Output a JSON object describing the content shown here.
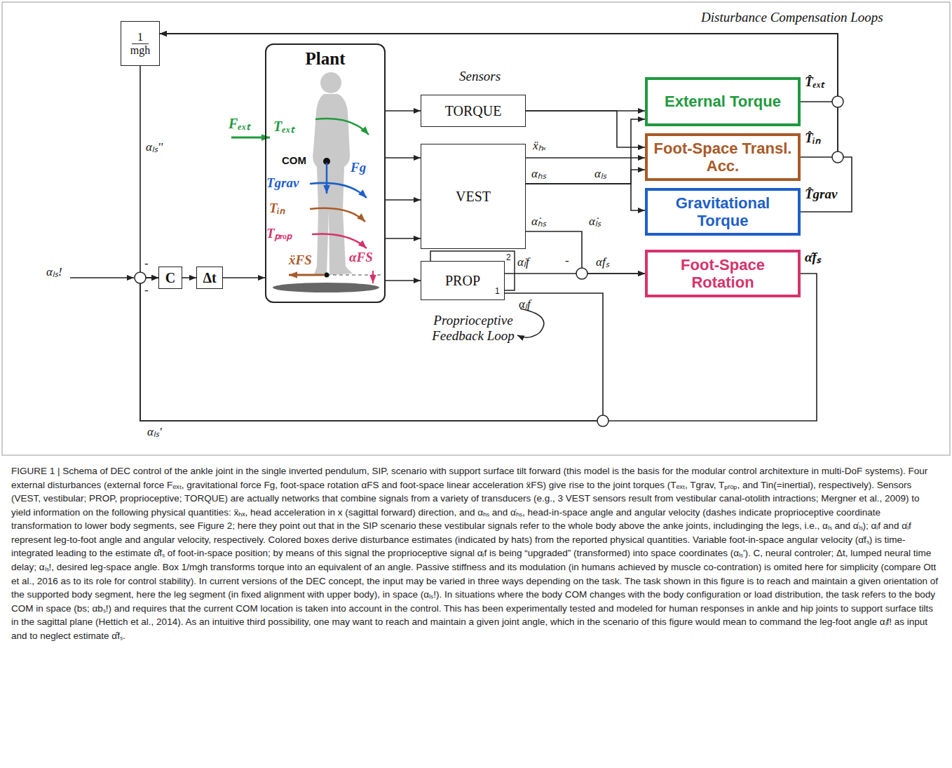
{
  "diagram": {
    "caption": "FIGURE 1 | Schema of DEC control of the ankle joint in the single inverted pendulum, SIP, scenario with support surface tilt forward (this model is the basis for the modular control architexture in multi-DoF systems). Four external disturbances (external force Fₑₓₜ, gravitational force Fg, foot-space rotation αFS and foot-space linear acceleration ẍFS) give rise to the joint torques (Tₑₓₜ, Tgrav, Tₚᵣₒₚ, and Tin(=inertial), respectively). Sensors (VEST, vestibular; PROP, proprioceptive; TORQUE) are actually networks that combine signals from a variety of transducers (e.g., 3 VEST sensors result from vestibular canal-otolith intractions; Mergner et al., 2009) to yield information on the following physical quantities: ẍₕₓ, head acceleration in x (sagittal forward) direction, and αₕₛ and α̇ₕₛ, head-in-space angle and angular velocity (dashes indicate proprioceptive coordinate transformation to lower body segments, see Figure 2; here they point out that in the SIP scenario these vestibular signals refer to the whole body above the anke joints, includinging the legs, i.e., αₗₛ and α̇ₗₛ); αₗf and α̇ₗf represent leg-to-foot angle and angular velocity, respectively. Colored boxes derive disturbance estimates (indicated by hats) from the reported physical quantities. Variable foot-in-space angular velocity (α̇fₛ) is time-integrated leading to the estimate α̂fₛ of foot-in-space position; by means of this signal the proprioceptive signal αₗf is being “upgraded” (transformed) into space coordinates (αₗₛ'). C, neural controler; Δt, lumped neural time delay; αₗₛ!, desired leg-space angle. Box 1/mgh transforms torque into an equivalent of an angle. Passive stiffness and its modulation (in humans achieved by muscle co-contration) is omited here for simplicity (compare Ott et al., 2016 as to its role for control stability). In current versions of the DEC concept, the input may be varied in three ways depending on the task. The task shown in this figure is to reach and maintain a given orientation of the supported body segment, here the leg segment (in fixed alignment with upper body), in space (αₗₛ!). In situations where the body COM changes with the body configuration or load distribution, the task refers to the body COM in space (bs; αbₛ!) and requires that the current COM location is taken into account in the control. This has been experimentally tested and modeled for human responses in ankle and hip joints to support surface tilts in the sagittal plane (Hettich et al., 2014). As an intuitive third possibility, one may want to reach and maintain a given joint angle, which in the scenario of this figure would mean to command the leg-foot angle αₗf! as input and to neglect estimate α̂fₛ.",
    "nodes": [
      {
        "text": [
          "Plant"
        ]
      },
      {
        "text": [
          "TORQUE"
        ]
      },
      {
        "text": [
          "VEST"
        ]
      },
      {
        "text": [
          "PROP"
        ]
      },
      {
        "text": [
          "External Torque"
        ]
      },
      {
        "text": [
          "Foot-Space Transl. Acc."
        ]
      },
      {
        "text": [
          "Gravitational Torque"
        ]
      },
      {
        "text": [
          "Foot-Space Rotation"
        ]
      },
      {
        "text": [
          "C"
        ]
      },
      {
        "text": [
          "Δt"
        ]
      },
      {
        "text": [
          "1",
          "mgh"
        ]
      }
    ],
    "edges": [
      {
        "from": 0,
        "to": 1,
        "arrow": "to"
      },
      {
        "from": 0,
        "to": 2,
        "arrow": "to"
      },
      {
        "from": 0,
        "to": 2,
        "arrow": "to"
      },
      {
        "from": 0,
        "to": 2,
        "arrow": "to"
      },
      {
        "from": 0,
        "to": 3,
        "arrow": "to"
      },
      {
        "from": 1,
        "to": 4,
        "arrow": "to"
      },
      {
        "from": 1,
        "to": 5,
        "arrow": "to"
      },
      {
        "from": 2,
        "to": 5,
        "arrow": "to"
      },
      {
        "from": 2,
        "to": 4,
        "arrow": "to"
      },
      {
        "from": 2,
        "to": 5,
        "arrow": "to"
      },
      {
        "from": 2,
        "to": 6,
        "arrow": "to"
      },
      {
        "from": 2,
        "to": 7,
        "arrow": "to"
      },
      {
        "from": 3,
        "to": 7,
        "arrow": "to"
      },
      {
        "from": 4,
        "to": 10,
        "arrow": "to"
      },
      {
        "from": 5,
        "to": 10,
        "arrow": "to"
      },
      {
        "from": 6,
        "to": 10,
        "arrow": "to"
      },
      {
        "from": 10,
        "to": 8,
        "arrow": "to"
      },
      {
        "from": 7,
        "to": 8,
        "arrow": "to"
      },
      {
        "from": 3,
        "to": 8,
        "arrow": "to"
      },
      {
        "from": 8,
        "to": 9,
        "arrow": "to"
      },
      {
        "from": 9,
        "to": 0,
        "arrow": "to"
      }
    ],
    "labels": [
      "Disturbance Compensation Loops",
      "Sensors",
      "Proprioceptive Feedback Loop",
      "Fₑₓₜ",
      "Tₑₓₜ",
      "COM",
      "Fg",
      "Tgrav",
      "Tᵢₙ",
      "Tₚᵣₒₚ",
      "ẍFS",
      "αFS",
      "ẍₕₓ",
      "αₕₛ",
      "αₗₛ",
      "α̇ₕₛ",
      "α̇ₗₛ",
      "α̇ₗf",
      "-",
      "α̇fₛ",
      "αₗf",
      "1",
      "2",
      "T̂ₑₓₜ",
      "T̂ᵢₙ",
      "T̂grav",
      "α̂fₛ",
      "αₗₛ''",
      "αₗₛ'",
      "αₗₛ!",
      "-",
      "-"
    ]
  }
}
